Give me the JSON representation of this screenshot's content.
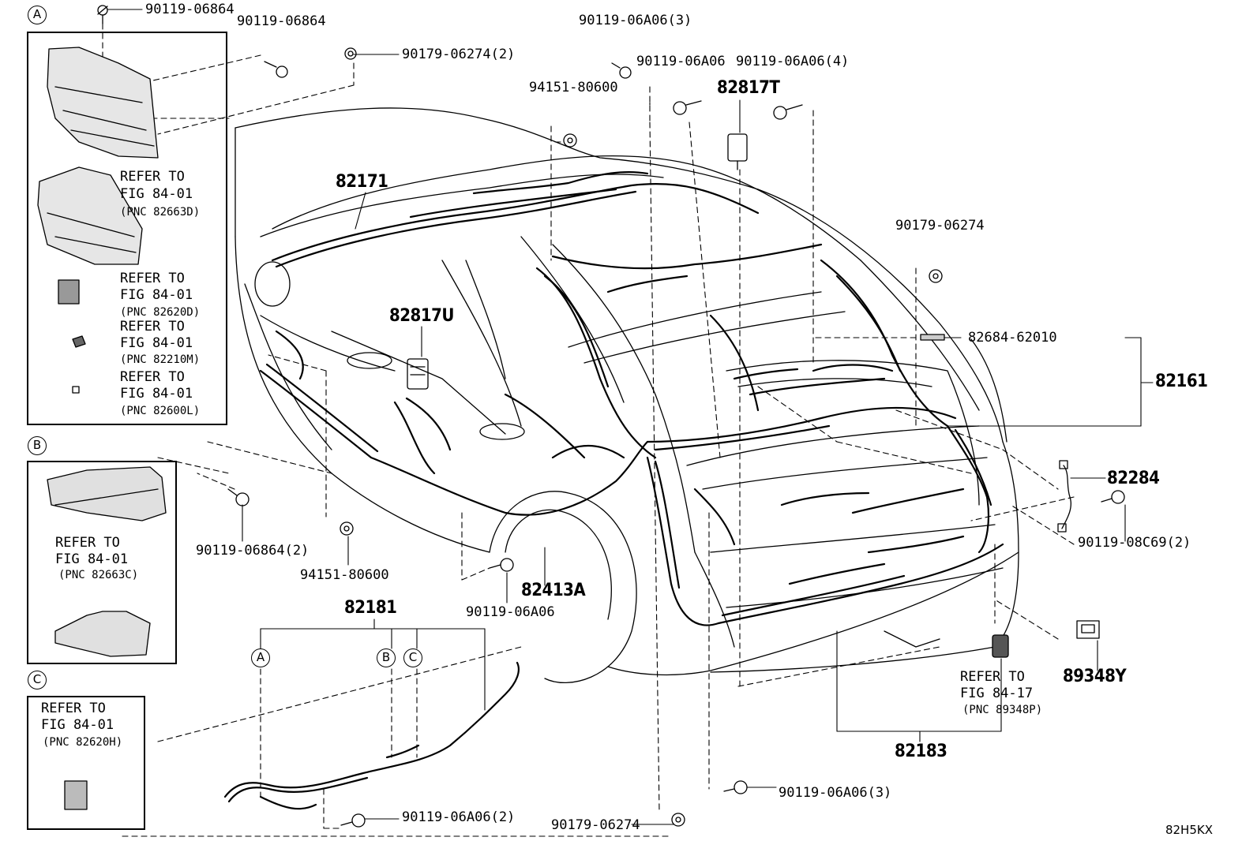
{
  "diagram_code": "82H5KX",
  "sections": {
    "a": {
      "marker": "A",
      "notes": [
        {
          "refer": "REFER TO",
          "fig": "FIG 84-01",
          "pnc": "(PNC 82663D)"
        },
        {
          "refer": "REFER TO",
          "fig": "FIG 84-01",
          "pnc": "(PNC 82620D)"
        },
        {
          "refer": "REFER TO",
          "fig": "FIG 84-01",
          "pnc": "(PNC 82210M)"
        },
        {
          "refer": "REFER TO",
          "fig": "FIG 84-01",
          "pnc": "(PNC 82600L)"
        }
      ]
    },
    "b": {
      "marker": "B",
      "note": {
        "refer": "REFER TO",
        "fig": "FIG 84-01",
        "pnc": "(PNC 82663C)"
      }
    },
    "c": {
      "marker": "C",
      "note": {
        "refer": "REFER TO",
        "fig": "FIG 84-01",
        "pnc": "(PNC 82620H)"
      }
    }
  },
  "connector_markers": [
    "A",
    "B",
    "C"
  ],
  "rear_note": {
    "refer": "REFER TO",
    "fig": "FIG 84-17",
    "pnc": "(PNC 89348P)"
  },
  "part_numbers": {
    "p1": "90119-06864",
    "p2": "90119-06864",
    "p3": "90179-06274(2)",
    "p4": "90119-06A06(3)",
    "p5": "90119-06A06",
    "p6": "90119-06A06(4)",
    "p7": "94151-80600",
    "p8": "82817T",
    "p9": "82171",
    "p10": "90179-06274",
    "p11": "82817U",
    "p12": "82684-62010",
    "p13": "82161",
    "p14": "82284",
    "p15": "90119-08C69(2)",
    "p16": "90119-06864(2)",
    "p17": "94151-80600",
    "p18": "82413A",
    "p19": "90119-06A06",
    "p20": "82181",
    "p21": "89348Y",
    "p22": "82183",
    "p23": "90119-06A06(3)",
    "p24": "90119-06A06(2)",
    "p25": "90179-06274"
  }
}
